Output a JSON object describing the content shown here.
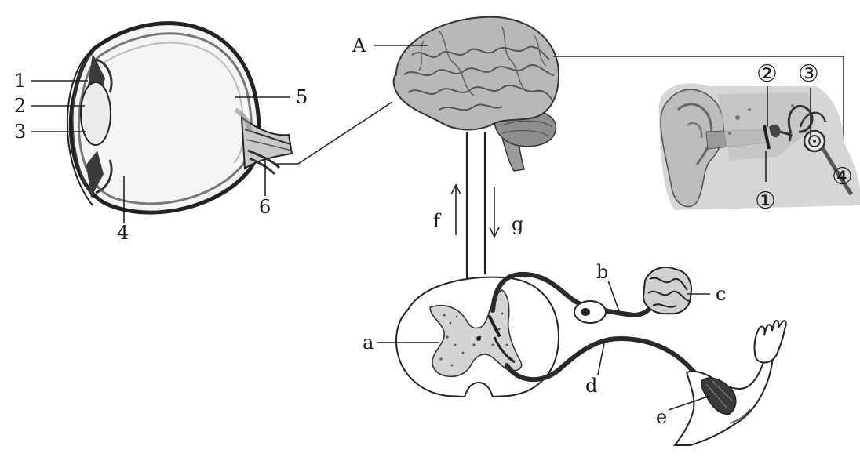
{
  "figure": {
    "eye_labels": [
      "1",
      "2",
      "3",
      "4",
      "5",
      "6"
    ],
    "brain_label": "A",
    "ear_labels": [
      "①",
      "②",
      "③",
      "④"
    ],
    "pathway_labels": [
      "f",
      "g"
    ],
    "reflex_labels": [
      "a",
      "b",
      "c",
      "d",
      "e"
    ]
  },
  "colors": {
    "ink": "#222222",
    "shade_light": "#d9d9d9",
    "shade_mid": "#a8a8a8",
    "shade_dark": "#6e6e6e"
  },
  "icons": [
    "eye-illustration",
    "brain-illustration",
    "ear-illustration",
    "spinal-cord-section",
    "arm-illustration",
    "receptor-cluster"
  ]
}
